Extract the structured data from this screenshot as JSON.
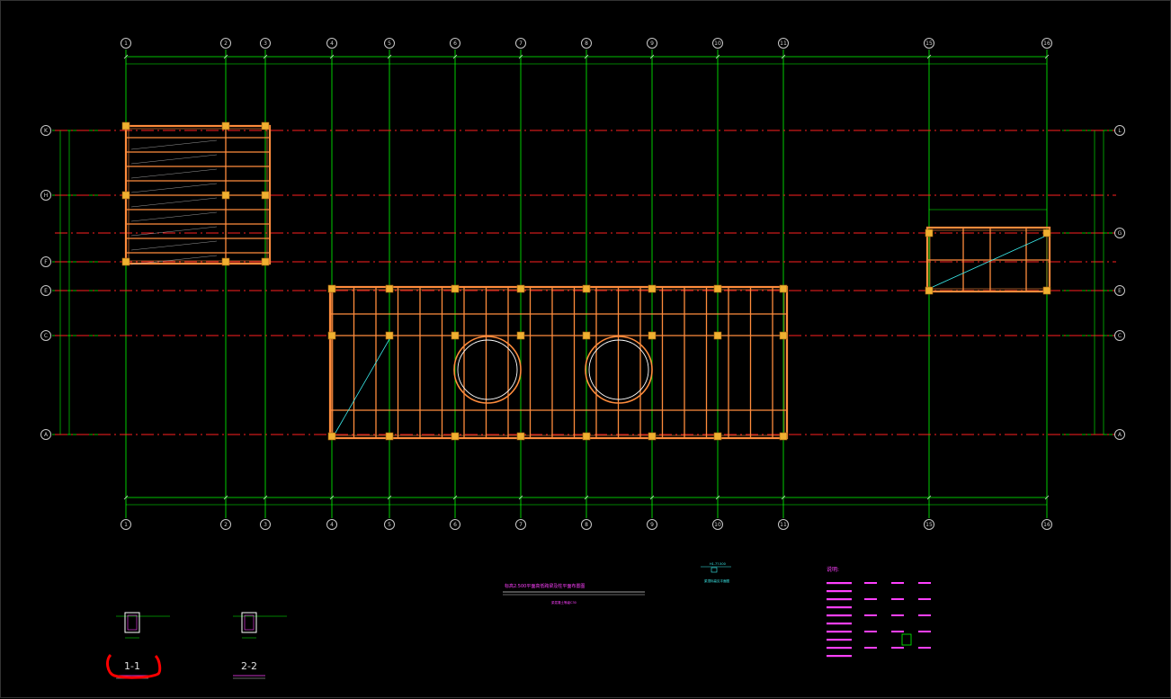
{
  "grid_x_labels": [
    "1",
    "2",
    "3",
    "4",
    "5",
    "6",
    "7",
    "8",
    "9",
    "10",
    "11",
    "15",
    "16"
  ],
  "grid_y_labels_left": [
    "K",
    "H",
    "F",
    "E",
    "C",
    "A"
  ],
  "grid_y_labels_right": [
    "L",
    "G",
    "E",
    "C",
    "A"
  ],
  "drawing_title": "标高2.500平面高低跨梁及柱平面布置图",
  "drawing_subtitle": "梁混凝土等级C30",
  "elevation_note": "H1.7?.500",
  "elevation_sub": "梁顶标高见平面图",
  "notes_heading": "说明:",
  "section_labels": [
    "1-1",
    "2-2"
  ],
  "colors": {
    "grid_line": "#00ff00",
    "axis_line": "#ff2020",
    "beam": "#ff8c3c",
    "column": "#f0b030",
    "annotation": "#ff40ff",
    "cyan": "#3cf0f0",
    "highlight_mark": "#ff0000"
  }
}
